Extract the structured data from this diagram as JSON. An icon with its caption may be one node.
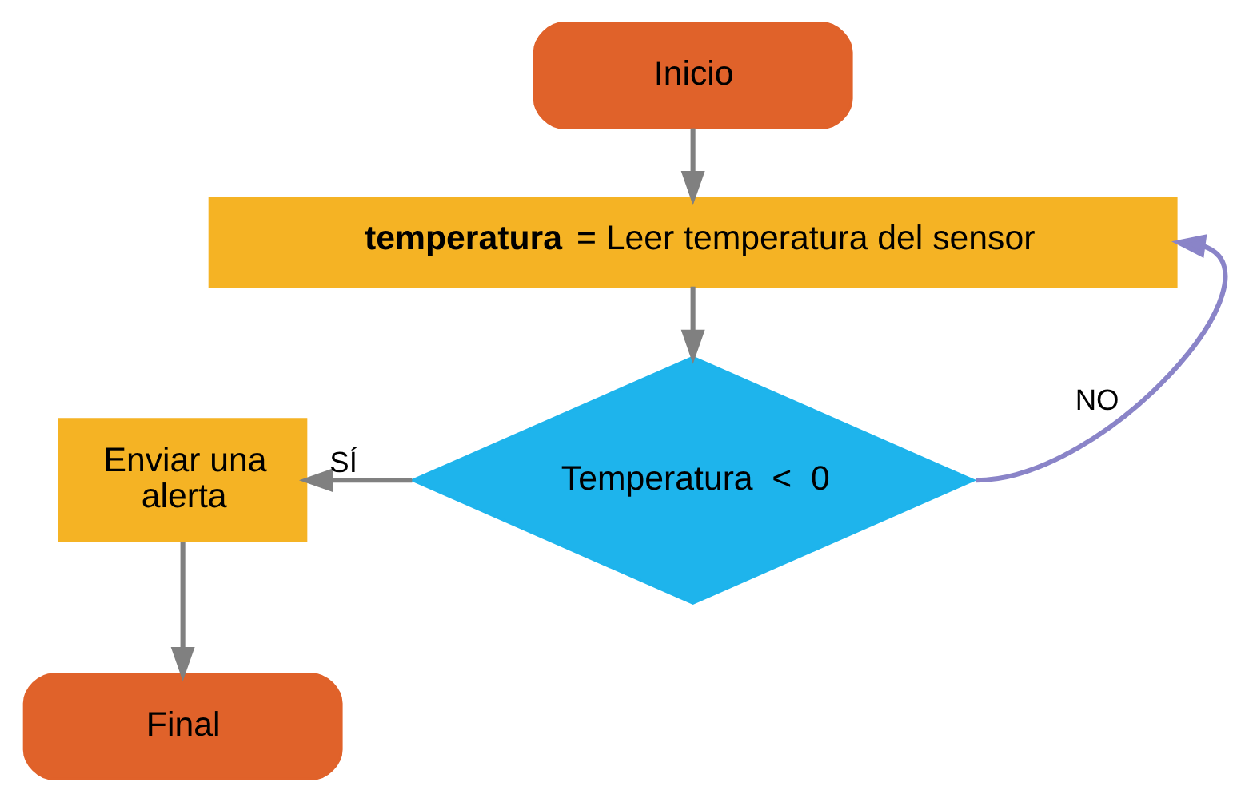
{
  "diagram": {
    "nodes": [
      {
        "text": [
          "Inicio"
        ]
      },
      {
        "text": [
          "**temperatura** = Leer temperatura del sensor"
        ]
      },
      {
        "text": [
          "Temperatura  <  0"
        ]
      },
      {
        "text": [
          "Enviar una alerta"
        ]
      },
      {
        "text": [
          "Final"
        ]
      }
    ],
    "edges": [
      {
        "from": 0,
        "to": 1,
        "arrow": "to"
      },
      {
        "from": 1,
        "to": 2,
        "arrow": "to"
      },
      {
        "from": 2,
        "to": 3,
        "arrow": "to",
        "label": "SÍ"
      },
      {
        "from": 2,
        "to": 1,
        "arrow": "to",
        "label": "NO",
        "color": "#8a84c8"
      },
      {
        "from": 3,
        "to": 4,
        "arrow": "to"
      }
    ]
  }
}
